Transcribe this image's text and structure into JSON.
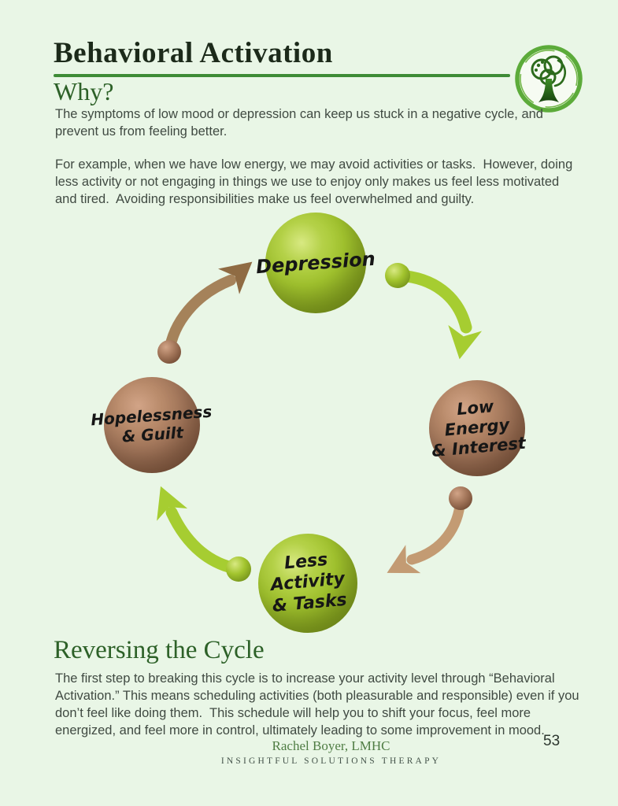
{
  "header": {
    "title": "Behavioral Activation",
    "logo_icon": "tree-profile-logo",
    "rule_color": "#3e8b36"
  },
  "why": {
    "heading": "Why?",
    "para1": "The symptoms of low mood or depression can keep us stuck in a negative cycle, and prevent us from feeling better.",
    "para2": "For example, when we have low energy, we may avoid activities or tasks.  However, doing less activity or not engaging in things we use to enjoy only makes us feel less motivated and tired.  Avoiding responsibilities make us feel overwhelmed and guilty."
  },
  "diagram": {
    "description": "negative cycle of depression",
    "nodes": [
      {
        "label": "Depression",
        "line1": "Depression",
        "line2": "",
        "color": "#a2c42e"
      },
      {
        "label": "Low Energy & Interest",
        "line1": "Low Energy",
        "line2": "& Interest",
        "color": "#a3765a"
      },
      {
        "label": "Less Activity & Tasks",
        "line1": "Less Activity",
        "line2": "& Tasks",
        "color": "#a2c42e"
      },
      {
        "label": "Hopelessness & Guilt",
        "line1": "Hopelessness",
        "line2": "& Guilt",
        "color": "#a3765a"
      }
    ],
    "arrows": [
      {
        "from": "Depression",
        "to": "Low Energy & Interest",
        "color": "#a6cd31"
      },
      {
        "from": "Low Energy & Interest",
        "to": "Less Activity & Tasks",
        "color": "#c39b73"
      },
      {
        "from": "Less Activity & Tasks",
        "to": "Hopelessness & Guilt",
        "color": "#a6cd31"
      },
      {
        "from": "Hopelessness & Guilt",
        "to": "Depression",
        "color": "#a5825a"
      }
    ]
  },
  "reversing": {
    "heading": "Reversing the Cycle",
    "para": "The first step to breaking this cycle is to increase your activity level through “Behavioral Activation.” This means scheduling activities (both pleasurable and responsible) even if you don’t feel like doing them.  This schedule will help you to shift your focus, feel more energized, and feel more in control, ultimately leading to some improvement in mood."
  },
  "footer": {
    "author": "Rachel Boyer, LMHC",
    "organization": "INSIGHTFUL SOLUTIONS THERAPY",
    "page_number": "53"
  },
  "colors": {
    "background": "#e9f6e6",
    "title": "#1c2a1a",
    "heading_green": "#2d6128",
    "body_text": "#404a42"
  }
}
